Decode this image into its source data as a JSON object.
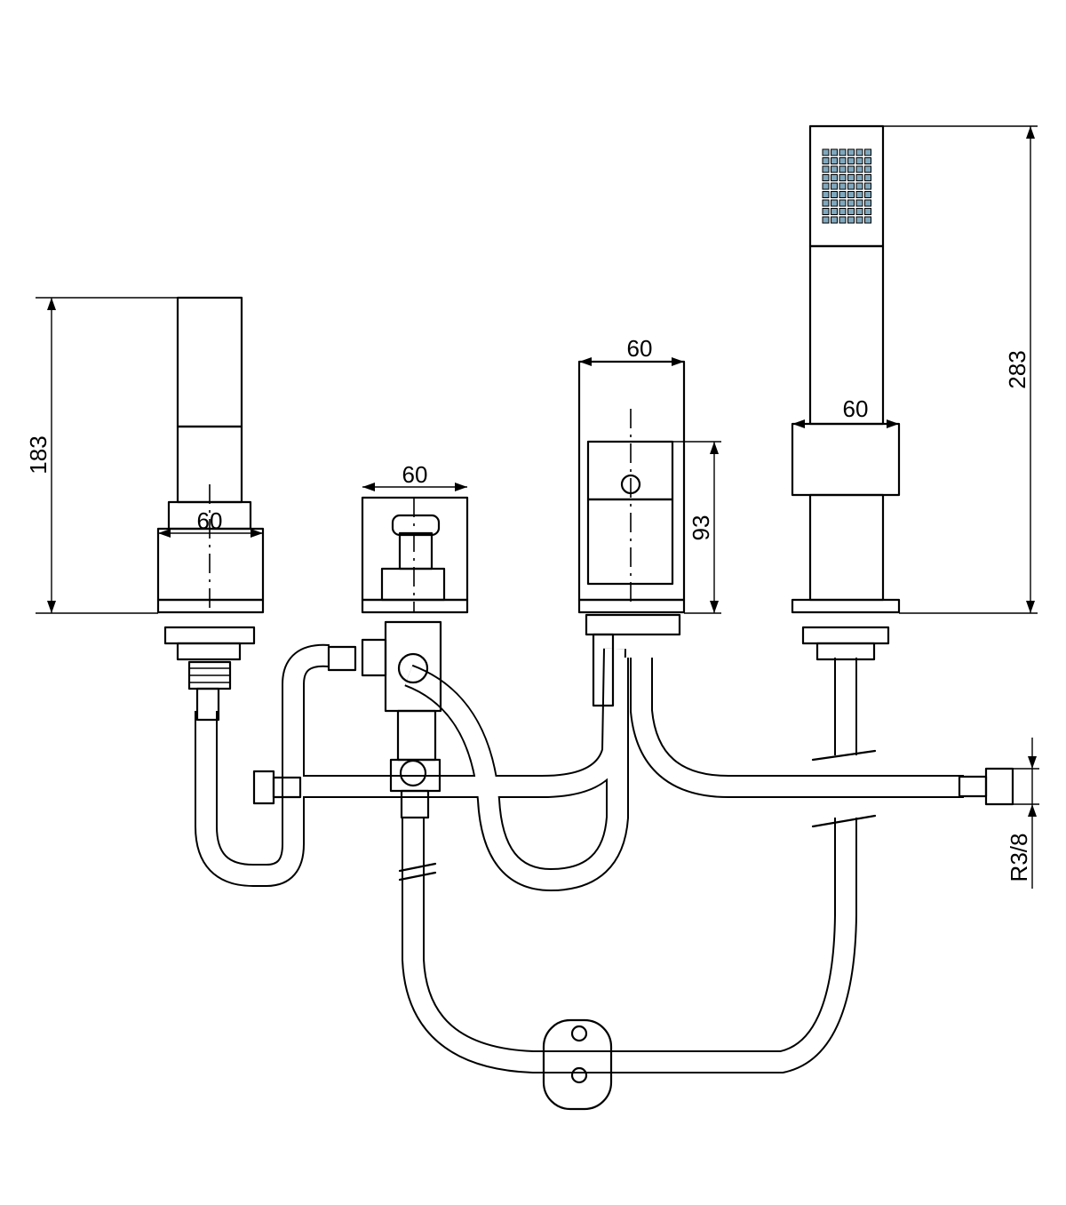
{
  "dimensions": {
    "spout_height": "183",
    "spout_width": "60",
    "diverter_width": "60",
    "mixer_width": "60",
    "mixer_height": "93",
    "shower_width": "60",
    "shower_height": "283",
    "connection_thread": "R3/8"
  },
  "colors": {
    "line": "#000000",
    "nozzle": "#7fa7bd",
    "background": "#ffffff"
  }
}
